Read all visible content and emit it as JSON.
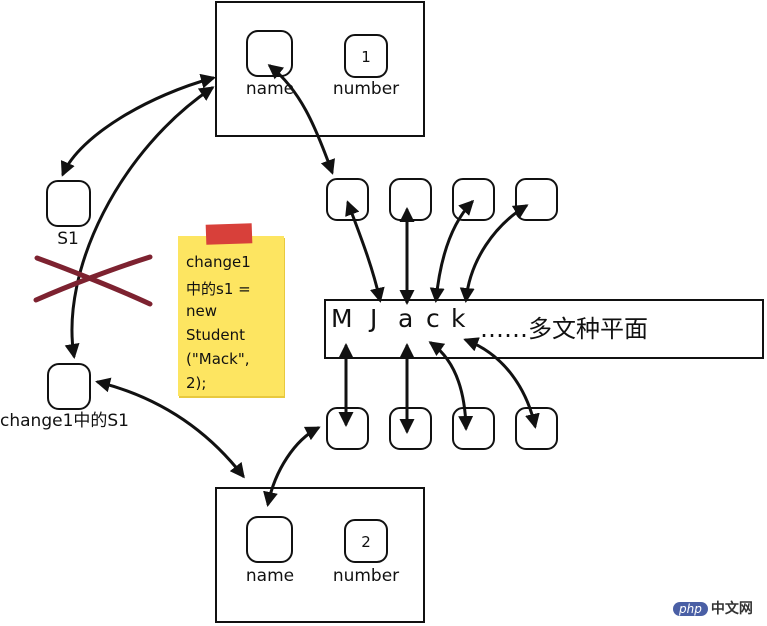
{
  "object_top": {
    "name_label": "name",
    "number_label": "number",
    "number_value": "1"
  },
  "object_bottom": {
    "name_label": "name",
    "number_label": "number",
    "number_value": "2"
  },
  "s1_label": "S1",
  "change1_s1_label": "change1中的S1",
  "note": {
    "lines": [
      "change1",
      "中的s1 =",
      "new",
      "Student",
      "(\"Mack\",",
      "2);"
    ]
  },
  "string_chars": [
    "M",
    "J",
    "a",
    "c",
    "k"
  ],
  "string_tail": "……多文种平面",
  "watermark": {
    "badge": "php",
    "text": "中文网"
  },
  "colors": {
    "stroke": "#111111",
    "cross": "#7d2230",
    "note": "#fde561",
    "tape": "#d8403a"
  }
}
